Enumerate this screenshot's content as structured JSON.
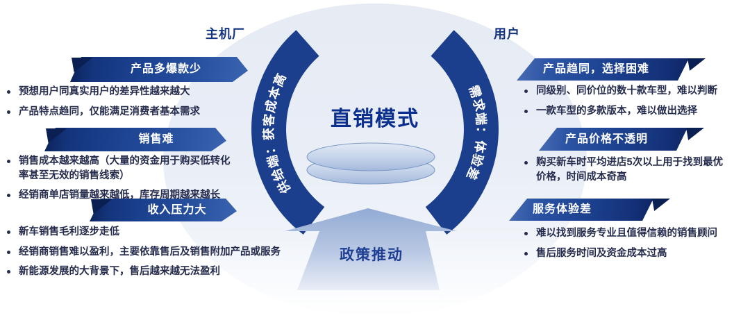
{
  "regions": {
    "oem": "主机厂",
    "user": "用户"
  },
  "center": {
    "title": "直销模式",
    "supply_label": "供给端：获客成本高",
    "demand_label": "需求端：体验差",
    "policy_label": "政策推动"
  },
  "left_panels": [
    {
      "title": "产品多爆款少",
      "bullets": [
        "预想用户同真实用户的差异性越来越大",
        "产品特点趋同，仅能满足消费者基本需求"
      ]
    },
    {
      "title": "销售难",
      "bullets": [
        "销售成本越来越高（大量的资金用于购买低转化率甚至无效的销售线索）",
        "经销商单店销量越来越低，库存周期越来越长"
      ]
    },
    {
      "title": "收入压力大",
      "bullets": [
        "新车销售毛利逐步走低",
        "经销商销售难以盈利，主要依靠售后及销售附加产品或服务",
        "新能源发展的大背景下，售后越来越无法盈利"
      ]
    }
  ],
  "right_panels": [
    {
      "title": "产品趋同，选择困难",
      "bullets": [
        "同级别、同价位的数十款车型，难以判断",
        "一款车型的多款版本，难以做出选择"
      ]
    },
    {
      "title": "产品价格不透明",
      "bullets": [
        "购买新车时平均进店5次以上用于找到最优价格，时间成本奇高"
      ]
    },
    {
      "title": "服务体验差",
      "bullets": [
        "难以找到服务专业且值得信赖的销售顾问",
        "售后服务时间及资金成本过高"
      ]
    }
  ],
  "colors": {
    "banner_navy": "#1c4290",
    "banner_tip": "#0a1f52",
    "arc_navy": "#1b3e8d",
    "circle_fill": "#e8edf6",
    "title_blue": "#0b2f8f",
    "body_text": "#262c4d"
  }
}
